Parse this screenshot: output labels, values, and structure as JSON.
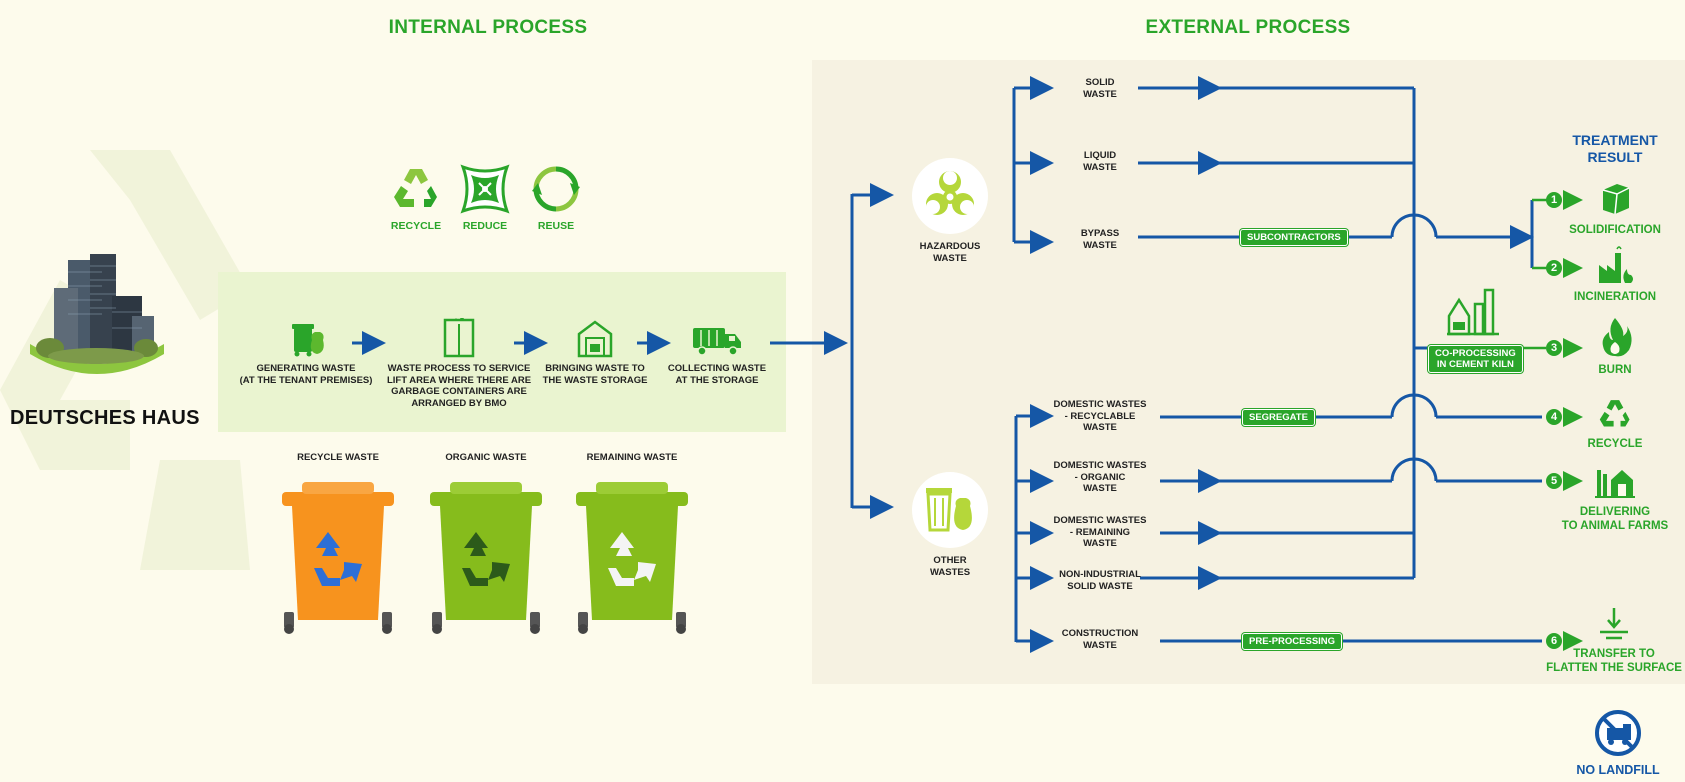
{
  "internal": {
    "title": "INTERNAL PROCESS",
    "principles": [
      {
        "label": "RECYCLE",
        "icon": "recycle-icon"
      },
      {
        "label": "REDUCE",
        "icon": "reduce-icon"
      },
      {
        "label": "REUSE",
        "icon": "reuse-icon"
      }
    ],
    "building_name": "DEUTSCHES HAUS",
    "steps": [
      {
        "line1": "GENERATING WASTE",
        "line2": "(AT THE TENANT PREMISES)",
        "line3": "",
        "line4": ""
      },
      {
        "line1": "WASTE PROCESS TO SERVICE",
        "line2": "LIFT AREA WHERE THERE ARE",
        "line3": "GARBAGE CONTAINERS ARE",
        "line4": "ARRANGED BY BMO"
      },
      {
        "line1": "BRINGING WASTE TO",
        "line2": "THE WASTE STORAGE",
        "line3": "",
        "line4": ""
      },
      {
        "line1": "COLLECTING WASTE",
        "line2": "AT THE STORAGE",
        "line3": "",
        "line4": ""
      }
    ],
    "bins": [
      {
        "label": "RECYCLE WASTE",
        "color": "#f7931e"
      },
      {
        "label": "ORGANIC WASTE",
        "color": "#86bc1c"
      },
      {
        "label": "REMAINING WASTE",
        "color": "#86bc1c"
      }
    ]
  },
  "external": {
    "title": "EXTERNAL PROCESS",
    "hazardous": {
      "line1": "HAZARDOUS",
      "line2": "WASTE"
    },
    "other": {
      "line1": "OTHER",
      "line2": "WASTES"
    },
    "hazardous_types": [
      {
        "line1": "SOLID",
        "line2": "WASTE"
      },
      {
        "line1": "LIQUID",
        "line2": "WASTE"
      },
      {
        "line1": "BYPASS",
        "line2": "WASTE"
      }
    ],
    "other_types": [
      {
        "line1": "DOMESTIC WASTES",
        "line2": "- RECYCLABLE",
        "line3": "WASTE"
      },
      {
        "line1": "DOMESTIC WASTES",
        "line2": "- ORGANIC",
        "line3": "WASTE"
      },
      {
        "line1": "DOMESTIC WASTES",
        "line2": "- REMAINING",
        "line3": "WASTE"
      },
      {
        "line1": "NON-INDUSTRIAL",
        "line2": "SOLID WASTE",
        "line3": ""
      },
      {
        "line1": "CONSTRUCTION",
        "line2": "WASTE",
        "line3": ""
      }
    ],
    "pills": {
      "subcontractors": "SUBCONTRACTORS",
      "segregate": "SEGREGATE",
      "preprocessing": "PRE-PROCESSING",
      "coprocessing_line1": "CO-PROCESSING",
      "coprocessing_line2": "IN CEMENT KILN"
    },
    "treatment_title_line1": "TREATMENT",
    "treatment_title_line2": "RESULT",
    "results": [
      {
        "num": "1",
        "line1": "SOLIDIFICATION",
        "line2": ""
      },
      {
        "num": "2",
        "line1": "INCINERATION",
        "line2": ""
      },
      {
        "num": "3",
        "line1": "BURN",
        "line2": ""
      },
      {
        "num": "4",
        "line1": "RECYCLE",
        "line2": ""
      },
      {
        "num": "5",
        "line1": "DELIVERING",
        "line2": "TO ANIMAL FARMS"
      },
      {
        "num": "6",
        "line1": "TRANSFER TO",
        "line2": "FLATTEN THE SURFACE"
      }
    ],
    "no_landfill": "NO LANDFILL"
  },
  "colors": {
    "blue": "#1557a6",
    "green": "#2aa52a",
    "orange": "#f7931e",
    "lime": "#86bc1c"
  }
}
